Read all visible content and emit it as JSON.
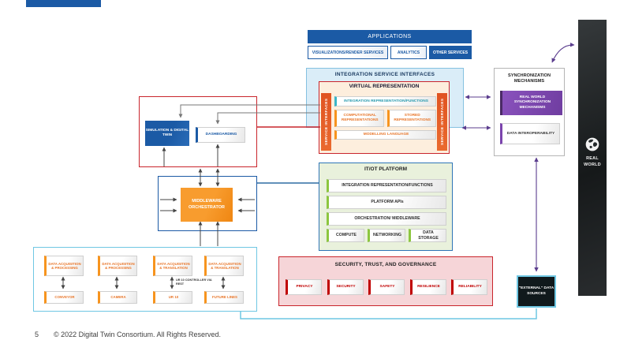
{
  "slide": {
    "page_number": "5",
    "copyright": "© 2022 Digital Twin Consortium. All Rights Reserved."
  },
  "applications": {
    "title": "APPLICATIONS",
    "services": [
      {
        "label": "VISUALIZATIONS/RENDER SERVICES"
      },
      {
        "label": "ANALYTICS"
      },
      {
        "label": "OTHER SERVICES"
      }
    ]
  },
  "integration_service_interfaces": {
    "title": "INTEGRATION SERVICE INTERFACES"
  },
  "virtual_representation": {
    "title": "VIRTUAL REPRESENTATION",
    "side_bar_left": "SERVICE INTERFACES",
    "side_bar_right": "SERVICE INTERFACES",
    "rows": [
      {
        "label": "INTEGRATION REPRESENTATION/FUNCTIONS"
      },
      {
        "label": "COMPUTATIONAL REPRESENTATIONS"
      },
      {
        "label": "STORED REPRESENTATIONS"
      },
      {
        "label": "MODELLING LANGUAGE"
      }
    ]
  },
  "synchronization": {
    "title": "SYNCHRONIZATION MECHANISMS",
    "items": [
      {
        "label": "REAL WORLD SYNCHRONIZATION MECHANISMS"
      },
      {
        "label": "DATA INTEROPERABILITY"
      }
    ]
  },
  "real_world": {
    "label": "REAL WORLD",
    "icon": "globe-icon"
  },
  "twin_apps": {
    "items": [
      {
        "label": "SIMULATION & DIGITAL TWIN"
      },
      {
        "label": "DASHBOARDING"
      }
    ]
  },
  "middleware": {
    "label": "MIDDLEWARE ORCHESTRATOR"
  },
  "itot": {
    "title": "IT/OT PLATFORM",
    "rows": [
      {
        "label": "INTEGRATION REPRESENTATION/FUNCTIONS"
      },
      {
        "label": "PLATFORM APIs"
      },
      {
        "label": "ORCHESTRATION/ MIDDLEWARE"
      }
    ],
    "bottom": [
      {
        "label": "COMPUTE"
      },
      {
        "label": "NETWORKING"
      },
      {
        "label": "DATA STORAGE"
      }
    ]
  },
  "data_acquisition": {
    "columns": [
      {
        "top": "DATA ACQUISITION & PROCESSING",
        "bottom": "CONVEYOR"
      },
      {
        "top": "DATA ACQUISITION & PROCESSING",
        "bottom": "CAMERA"
      },
      {
        "top": "DATA ACQUISITION & TRANSLATION",
        "bottom": "UR 10",
        "note": "UR 10 CONTROLLER VIA REST"
      },
      {
        "top": "DATA ACQUISITION & TRANSLATION",
        "bottom": "FUTURE LINES"
      }
    ]
  },
  "security": {
    "title": "SECURITY, TRUST, AND GOVERNANCE",
    "items": [
      {
        "label": "PRIVACY"
      },
      {
        "label": "SECURITY"
      },
      {
        "label": "SAFETY"
      },
      {
        "label": "RESILIENCE"
      },
      {
        "label": "RELIABILITY"
      }
    ]
  },
  "external_sources": {
    "label": "\"EXTERNAL\" DATA SOURCES"
  },
  "colors": {
    "primary_blue": "#1b5aa5",
    "red": "#c9252c",
    "orange": "#f7941e",
    "deep_orange": "#e55c25",
    "teal": "#3ab5c8",
    "green": "#8cc63f",
    "purple": "#7b44ad",
    "purple_arrow": "#5b3d8e",
    "light_blue": "#6fc7e3",
    "security_red": "#c00000",
    "pink_bg": "#f6d5d8",
    "green_bg": "#e9f1dc",
    "cream_bg": "#fdeedd",
    "lightblue_bg": "#daedf8"
  }
}
